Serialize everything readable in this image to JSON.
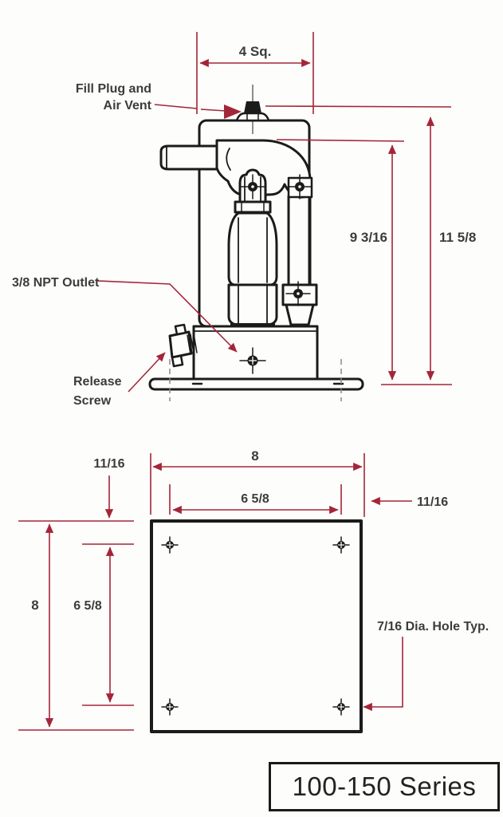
{
  "colors": {
    "dimension_red": "#a32638",
    "drawing_ink": "#1b1b1b",
    "label_text": "#3c3c3c",
    "background": "#fdfdfb"
  },
  "front_view": {
    "dim_width_square": "4 Sq.",
    "dim_height_to_handle_link": "9 3/16",
    "dim_height_overall": "11 5/8",
    "label_fill_plug_line1": "Fill Plug and",
    "label_fill_plug_line2": "Air Vent",
    "label_outlet": "3/8 NPT Outlet",
    "label_release_line1": "Release",
    "label_release_line2": "Screw"
  },
  "bottom_view": {
    "dim_hole_edge_offset_left": "11/16",
    "dim_plate_width": "8",
    "dim_hole_spacing_horizontal": "6 5/8",
    "dim_hole_edge_offset_right": "11/16",
    "dim_plate_height": "8",
    "dim_hole_spacing_vertical": "6 5/8",
    "label_hole_note": "7/16 Dia. Hole Typ."
  },
  "title_box": {
    "label": "100-150 Series"
  }
}
